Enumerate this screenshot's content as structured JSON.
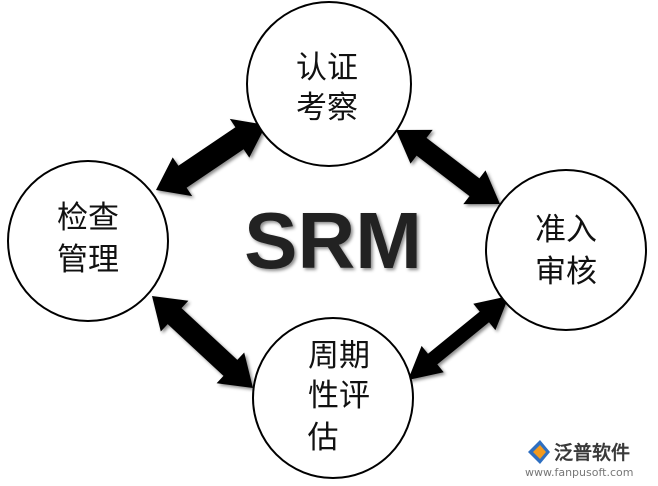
{
  "center": {
    "label": "SRM"
  },
  "nodes": [
    {
      "id": "top",
      "lines": [
        "认证",
        "考察"
      ]
    },
    {
      "id": "right",
      "lines": [
        "准入",
        "审核"
      ]
    },
    {
      "id": "bottom",
      "lines": [
        "周期",
        "性评",
        "估"
      ]
    },
    {
      "id": "left",
      "lines": [
        "检查",
        "管理"
      ]
    }
  ],
  "watermark": {
    "name": "泛普软件",
    "url": "www.fanpusoft.com"
  }
}
